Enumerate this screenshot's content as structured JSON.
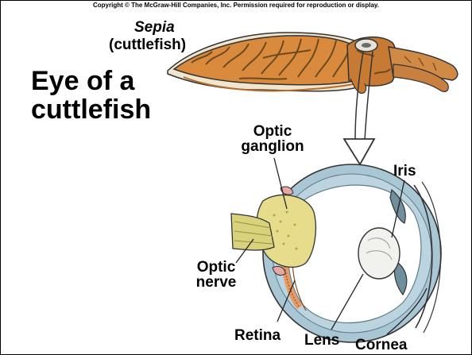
{
  "copyright": "Copyright © The McGraw-Hill Companies, Inc. Permission required for reproduction or display.",
  "title_line1": "Eye of a",
  "title_line2": "cuttlefish",
  "species": {
    "genus": "Sepia",
    "common": "(cuttlefish)"
  },
  "labels": {
    "optic_ganglion_1": "Optic",
    "optic_ganglion_2": "ganglion",
    "iris": "Iris",
    "optic_nerve_1": "Optic",
    "optic_nerve_2": "nerve",
    "retina": "Retina",
    "lens": "Lens",
    "cornea": "Cornea"
  },
  "colors": {
    "body_orange": "#d98a3c",
    "stripe": "#6b4a1f",
    "eye_blue": "#a9c6d4",
    "ganglion_yellow": "#e6dc8c",
    "retina_orange": "#e59b63",
    "lens": "#f1f1ee"
  }
}
